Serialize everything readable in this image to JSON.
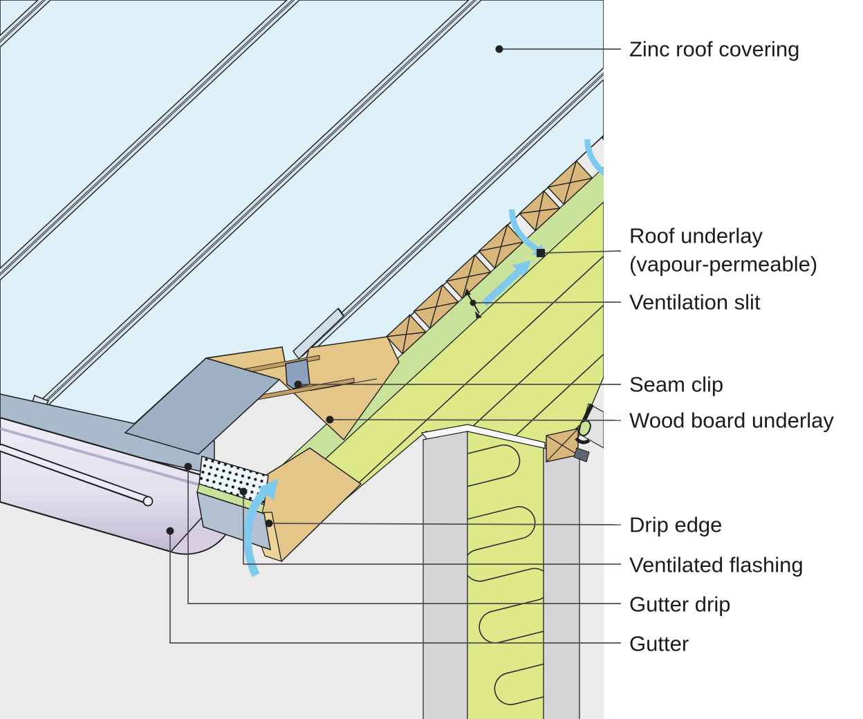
{
  "figure": {
    "kind": "roof-eaves-construction-detail",
    "description": "Axonometric cut-away detail of a zinc standing-seam roof at the eaves with gutter"
  },
  "labels": {
    "zinc_roof_covering": "Zinc roof covering",
    "roof_underlay_line1": "Roof underlay",
    "roof_underlay_line2": "(vapour-permeable)",
    "ventilation_slit": "Ventilation slit",
    "seam_clip": "Seam clip",
    "wood_board_underlay": "Wood board underlay",
    "drip_edge": "Drip edge",
    "ventilated_flashing": "Ventilated flashing",
    "gutter_drip": "Gutter drip",
    "gutter": "Gutter"
  },
  "colors": {
    "bg": "#ebebeb",
    "roofBlue": "#def1f9",
    "seamLight": "#d6e3e9",
    "ink": "#1d1d1d",
    "boardTan": "#e5c689",
    "boardSection": "#d9b679",
    "greenMembrane": "#c9e29a",
    "insulation": "#dde989",
    "wallGray": "#d5d5d5",
    "eaveBlueGray": "#a9bacc",
    "flashingBlueGray": "#9db0c4",
    "dripEdge": "#b3c2d3",
    "clipBlue": "#8ba1bd",
    "gutterLight": "#efecf6",
    "gutterDark": "#c0b8d3",
    "arrowBlue": "#7fc9ee",
    "leader": "#4d4d4d",
    "labelInk": "#1c1c1c"
  }
}
